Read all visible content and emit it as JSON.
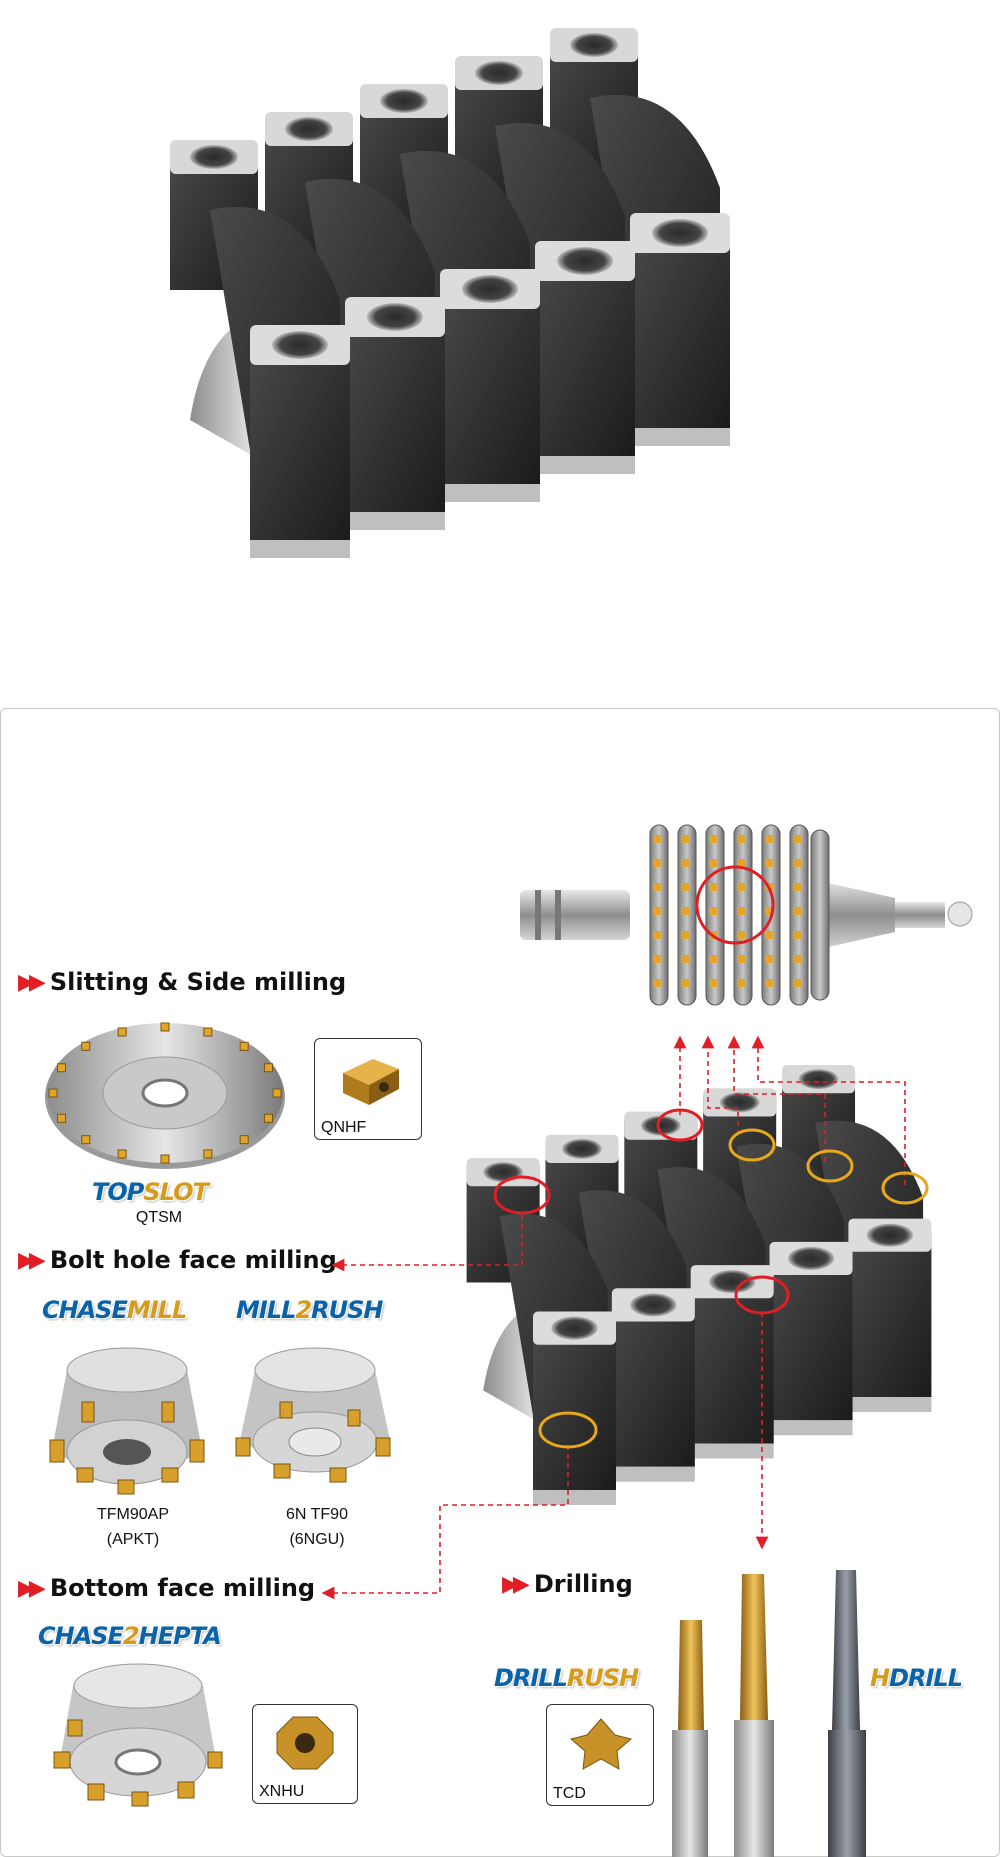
{
  "sections": {
    "slitting": {
      "title": "Slitting & Side milling",
      "brand_a": "TOP",
      "brand_b": "SLOT",
      "cutter": "QTSM",
      "insert": "QNHF"
    },
    "bolt_hole": {
      "title": "Bolt hole face milling",
      "brand1_a": "CHASE",
      "brand1_b": "MILL",
      "brand2_a": "MILL",
      "brand2_b": "2",
      "brand2_c": "RUSH",
      "cutter1_line1": "TFM90AP",
      "cutter1_line2": "(APKT)",
      "cutter2_line1": "6N TF90",
      "cutter2_line2": "(6NGU)"
    },
    "bottom_face": {
      "title": "Bottom face milling",
      "brand_a": "CHASE",
      "brand_b": "2",
      "brand_c": "HEPTA",
      "insert": "XNHU"
    },
    "drilling": {
      "title": "Drilling",
      "brand1_a": "DRILL",
      "brand1_b": "RUSH",
      "brand2_a": "H",
      "brand2_b": "DRILL",
      "insert": "TCD"
    }
  },
  "colors": {
    "accent_red": "#e01e26",
    "brand_blue": "#0a62a8",
    "brand_gold": "#d79b1c"
  },
  "icons": {
    "section_marker": "double-chevron-right-icon"
  }
}
